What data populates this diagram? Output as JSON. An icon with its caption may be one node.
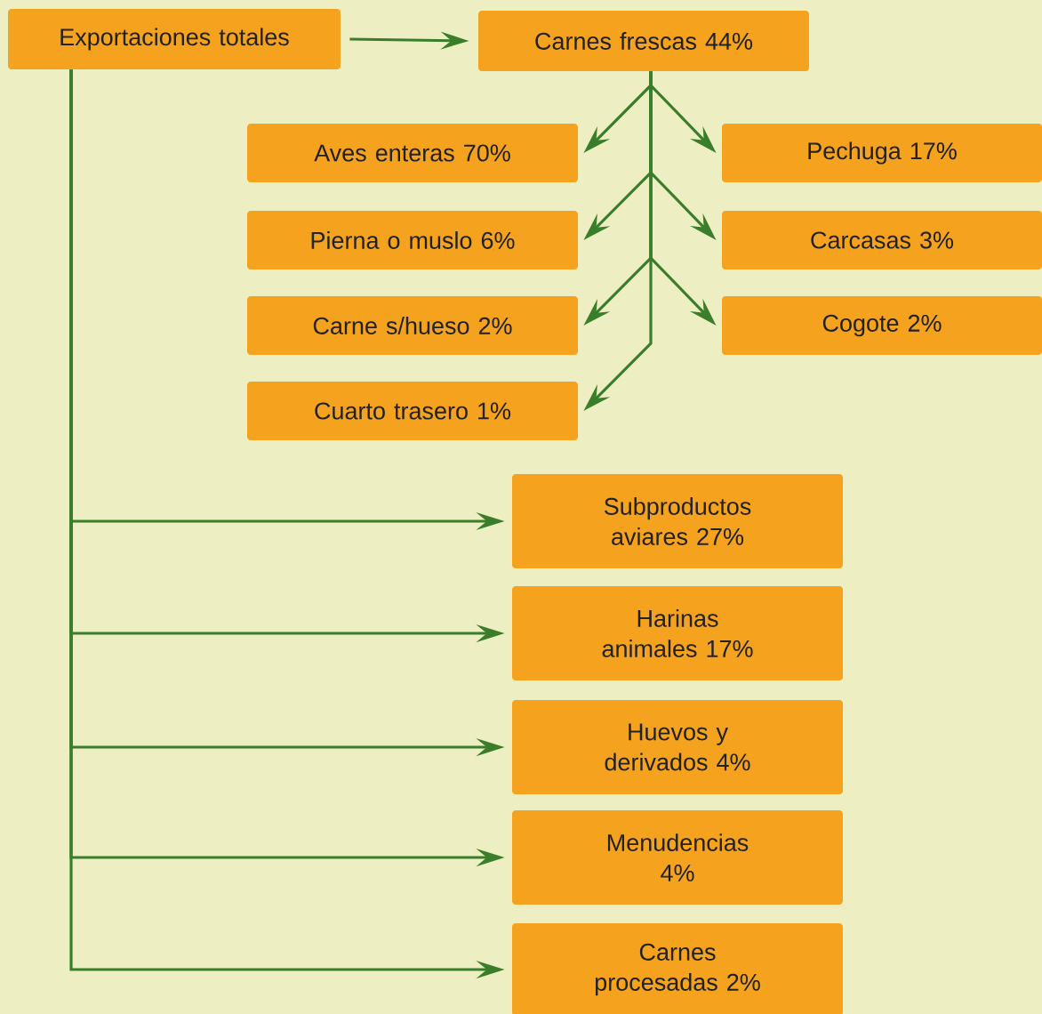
{
  "diagram": {
    "nodes": [
      {
        "text": [
          "Exportaciones totales"
        ]
      },
      {
        "text": [
          "Carnes frescas 44%"
        ]
      },
      {
        "text": [
          "Aves enteras 70%"
        ]
      },
      {
        "text": [
          "Pechuga 17%"
        ]
      },
      {
        "text": [
          "Pierna o muslo 6%"
        ]
      },
      {
        "text": [
          "Carcasas 3%"
        ]
      },
      {
        "text": [
          "Carne s/hueso 2%"
        ]
      },
      {
        "text": [
          "Cogote 2%"
        ]
      },
      {
        "text": [
          "Cuarto trasero 1%"
        ]
      },
      {
        "text": [
          "Subproductos aviares 27%"
        ]
      },
      {
        "text": [
          "Harinas animales 17%"
        ]
      },
      {
        "text": [
          "Huevos y derivados 4%"
        ]
      },
      {
        "text": [
          "Menudencias 4%"
        ]
      },
      {
        "text": [
          "Carnes procesadas 2%"
        ]
      }
    ],
    "edges": [
      {
        "from": 0,
        "to": 1,
        "arrow": "to"
      },
      {
        "from": 1,
        "to": 2,
        "arrow": "to"
      },
      {
        "from": 1,
        "to": 3,
        "arrow": "to"
      },
      {
        "from": 1,
        "to": 4,
        "arrow": "to"
      },
      {
        "from": 1,
        "to": 5,
        "arrow": "to"
      },
      {
        "from": 1,
        "to": 6,
        "arrow": "to"
      },
      {
        "from": 1,
        "to": 7,
        "arrow": "to"
      },
      {
        "from": 1,
        "to": 8,
        "arrow": "to"
      },
      {
        "from": 0,
        "to": 9,
        "arrow": "to"
      },
      {
        "from": 0,
        "to": 10,
        "arrow": "to"
      },
      {
        "from": 0,
        "to": 11,
        "arrow": "to"
      },
      {
        "from": 0,
        "to": 12,
        "arrow": "to"
      },
      {
        "from": 0,
        "to": 13,
        "arrow": "to"
      }
    ]
  }
}
